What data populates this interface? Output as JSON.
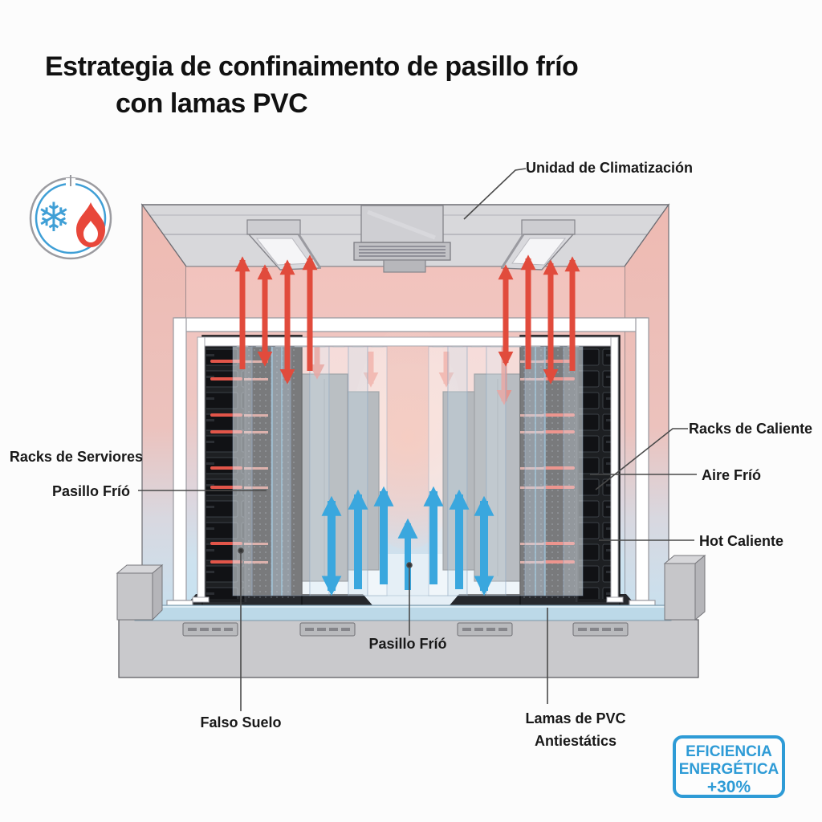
{
  "title": {
    "line1": "Estrategia de confinaimento de pasillo frío",
    "line2": "con lamas PVC"
  },
  "callouts": {
    "climate_unit": "Unidad de Climatización",
    "server_racks": "Racks de Serviores",
    "cold_aisle_side": "Pasillo Fríó",
    "hot_racks": "Racks de Caliente",
    "cold_air": "Aire Fríó",
    "hot_air": "Hot Caliente",
    "cold_aisle_floor": "Pasillo Fríó",
    "raised_floor": "Falso Suelo",
    "pvc_slats_line1": "Lamas de PVC",
    "pvc_slats_line2": "Antiestátics"
  },
  "badge": {
    "line1": "EFICIENCIA",
    "line2": "ENERGÉTICA",
    "line3": "+30%"
  },
  "icons": {
    "snowflake_glyph": "❄",
    "snowflake": "snowflake-icon",
    "flame": "flame-icon"
  },
  "colors": {
    "hot_air_arrow": "#e14b3c",
    "cold_air_arrow": "#3aa7de",
    "wall_pink": "#f2c3bd",
    "ceiling_gray": "#d8d8db",
    "rack_dark": "#27292d",
    "raised_floor_blue": "#bcd9e8",
    "accent_blue": "#2e9bd6"
  }
}
